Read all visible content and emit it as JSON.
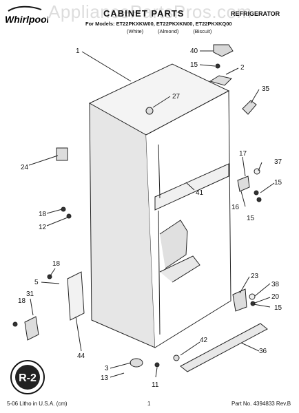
{
  "header": {
    "brand": "Whirlpool",
    "title": "CABINET PARTS",
    "product": "REFRIGERATOR",
    "model_line": "For Models: ET22PKXKW00, ET22PKXKN00, ET22PKXKQ00",
    "color_line": "(White)          (Almond)          (Biscuit)"
  },
  "watermark": "AppliancePartsPros.com",
  "callouts": [
    "1",
    "27",
    "40",
    "15",
    "2",
    "35",
    "17",
    "37",
    "15",
    "24",
    "41",
    "16",
    "15",
    "18",
    "12",
    "18",
    "5",
    "23",
    "38",
    "20",
    "15",
    "18",
    "31",
    "44",
    "42",
    "36",
    "3",
    "13",
    "11"
  ],
  "footer": {
    "left": "5-06 Litho in U.S.A. (cm)",
    "center": "1",
    "right": "Part No. 4394833 Rev.B"
  },
  "logo_text": "R-2"
}
